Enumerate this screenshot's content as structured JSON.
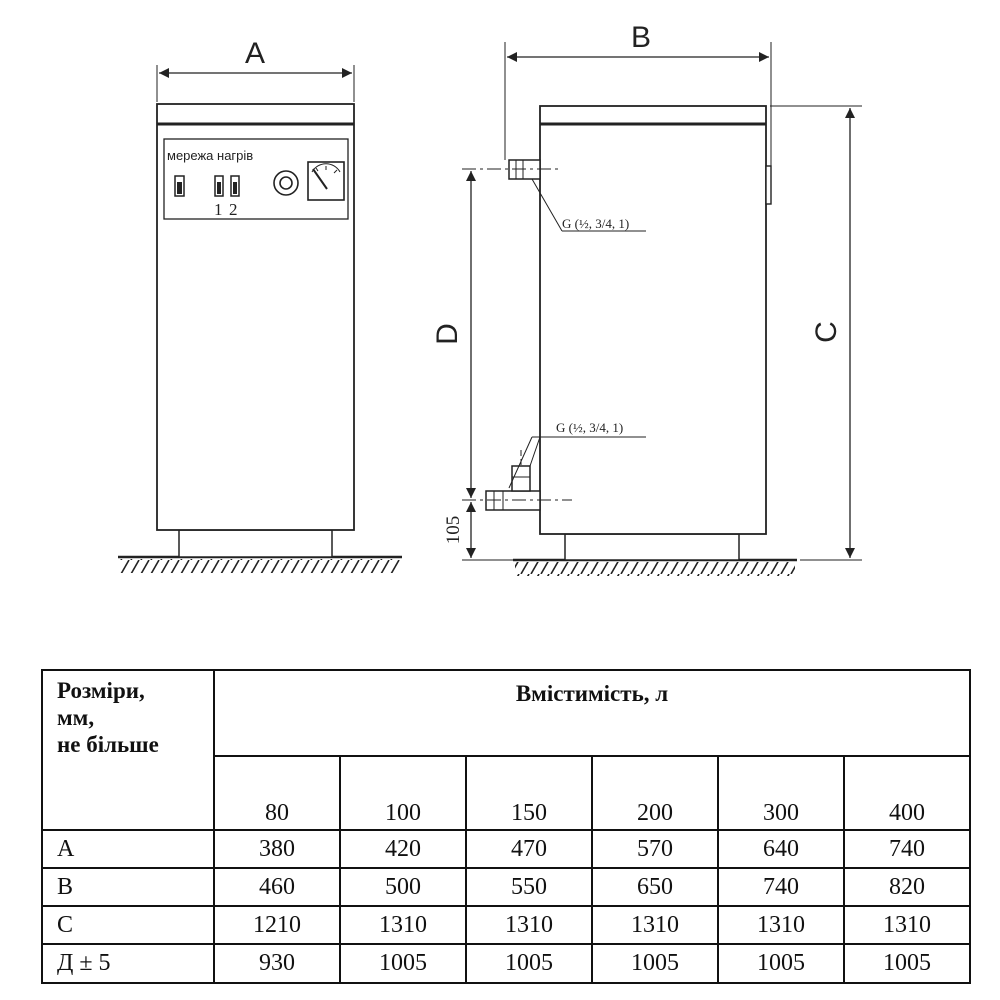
{
  "drawing": {
    "label_a": "A",
    "label_b": "B",
    "label_c": "C",
    "label_d": "D",
    "label_105": "105",
    "panel_text": "мережа нагрів",
    "switch_num_1": "1",
    "switch_num_2": "2",
    "pipe_label_top": "G (½, 3/4, 1)",
    "pipe_label_bottom": "G (½, 3/4, 1)"
  },
  "table": {
    "header_dims": [
      "Розміри,",
      "мм,",
      "не більше"
    ],
    "header_capacity": "Вмістимість, л",
    "volumes": [
      "80",
      "100",
      "150",
      "200",
      "300",
      "400"
    ],
    "rows": [
      {
        "label": "А",
        "values": [
          "380",
          "420",
          "470",
          "570",
          "640",
          "740"
        ]
      },
      {
        "label": "В",
        "values": [
          "460",
          "500",
          "550",
          "650",
          "740",
          "820"
        ]
      },
      {
        "label": "С",
        "values": [
          "1210",
          "1310",
          "1310",
          "1310",
          "1310",
          "1310"
        ]
      },
      {
        "label": "Д ± 5",
        "values": [
          "930",
          "1005",
          "1005",
          "1005",
          "1005",
          "1005"
        ]
      }
    ]
  }
}
